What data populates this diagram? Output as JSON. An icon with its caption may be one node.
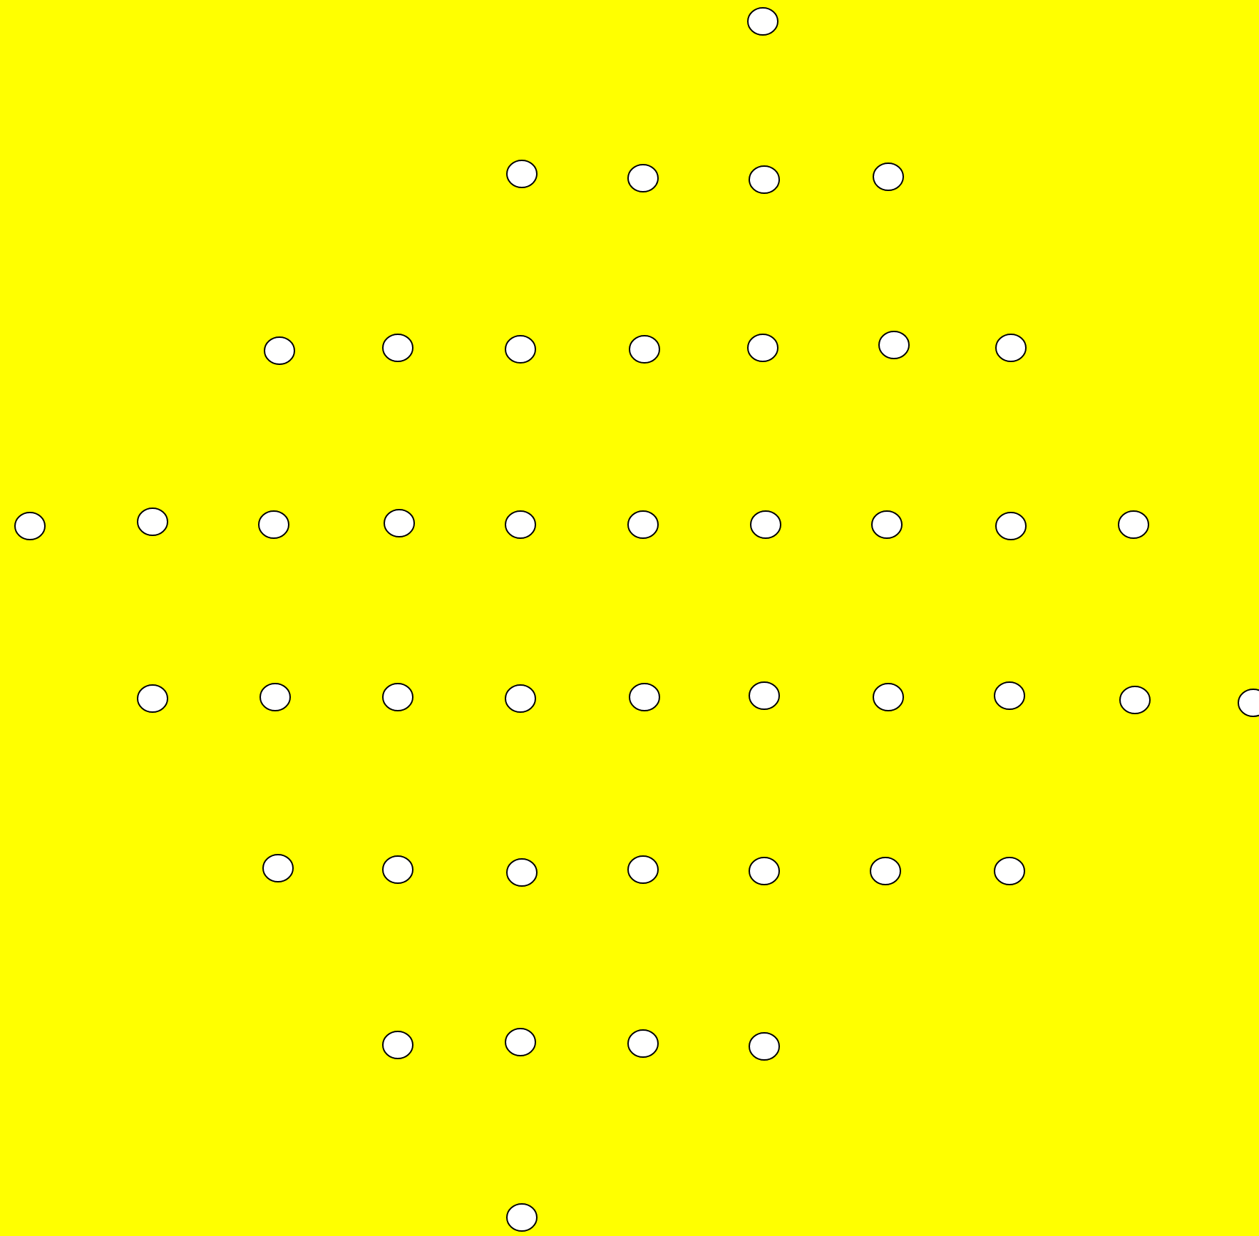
{
  "diagram": {
    "nodes": [
      {
        "text": [],
        "shape": "circle"
      },
      {
        "text": [],
        "shape": "circle"
      },
      {
        "text": [],
        "shape": "circle"
      },
      {
        "text": [],
        "shape": "circle"
      },
      {
        "text": [],
        "shape": "circle"
      },
      {
        "text": [],
        "shape": "circle"
      },
      {
        "text": [],
        "shape": "circle"
      },
      {
        "text": [],
        "shape": "circle"
      },
      {
        "text": [],
        "shape": "circle"
      },
      {
        "text": [],
        "shape": "circle"
      },
      {
        "text": [],
        "shape": "circle"
      },
      {
        "text": [],
        "shape": "circle"
      },
      {
        "text": [],
        "shape": "circle"
      },
      {
        "text": [],
        "shape": "circle"
      },
      {
        "text": [],
        "shape": "circle"
      },
      {
        "text": [],
        "shape": "circle"
      },
      {
        "text": [],
        "shape": "circle"
      },
      {
        "text": [],
        "shape": "circle"
      },
      {
        "text": [],
        "shape": "circle"
      },
      {
        "text": [],
        "shape": "circle"
      },
      {
        "text": [],
        "shape": "circle"
      },
      {
        "text": [],
        "shape": "circle"
      },
      {
        "text": [],
        "shape": "circle"
      },
      {
        "text": [],
        "shape": "circle"
      },
      {
        "text": [],
        "shape": "circle"
      },
      {
        "text": [],
        "shape": "circle"
      },
      {
        "text": [],
        "shape": "circle"
      },
      {
        "text": [],
        "shape": "circle"
      },
      {
        "text": [],
        "shape": "circle"
      },
      {
        "text": [],
        "shape": "circle"
      },
      {
        "text": [],
        "shape": "circle"
      },
      {
        "text": [],
        "shape": "circle"
      },
      {
        "text": [],
        "shape": "circle"
      },
      {
        "text": [],
        "shape": "circle"
      },
      {
        "text": [],
        "shape": "circle"
      },
      {
        "text": [],
        "shape": "circle"
      },
      {
        "text": [],
        "shape": "circle"
      },
      {
        "text": [],
        "shape": "circle"
      },
      {
        "text": [],
        "shape": "circle"
      },
      {
        "text": [],
        "shape": "circle"
      },
      {
        "text": [],
        "shape": "circle"
      },
      {
        "text": [],
        "shape": "circle"
      },
      {
        "text": [],
        "shape": "circle"
      },
      {
        "text": [],
        "shape": "circle"
      }
    ]
  }
}
